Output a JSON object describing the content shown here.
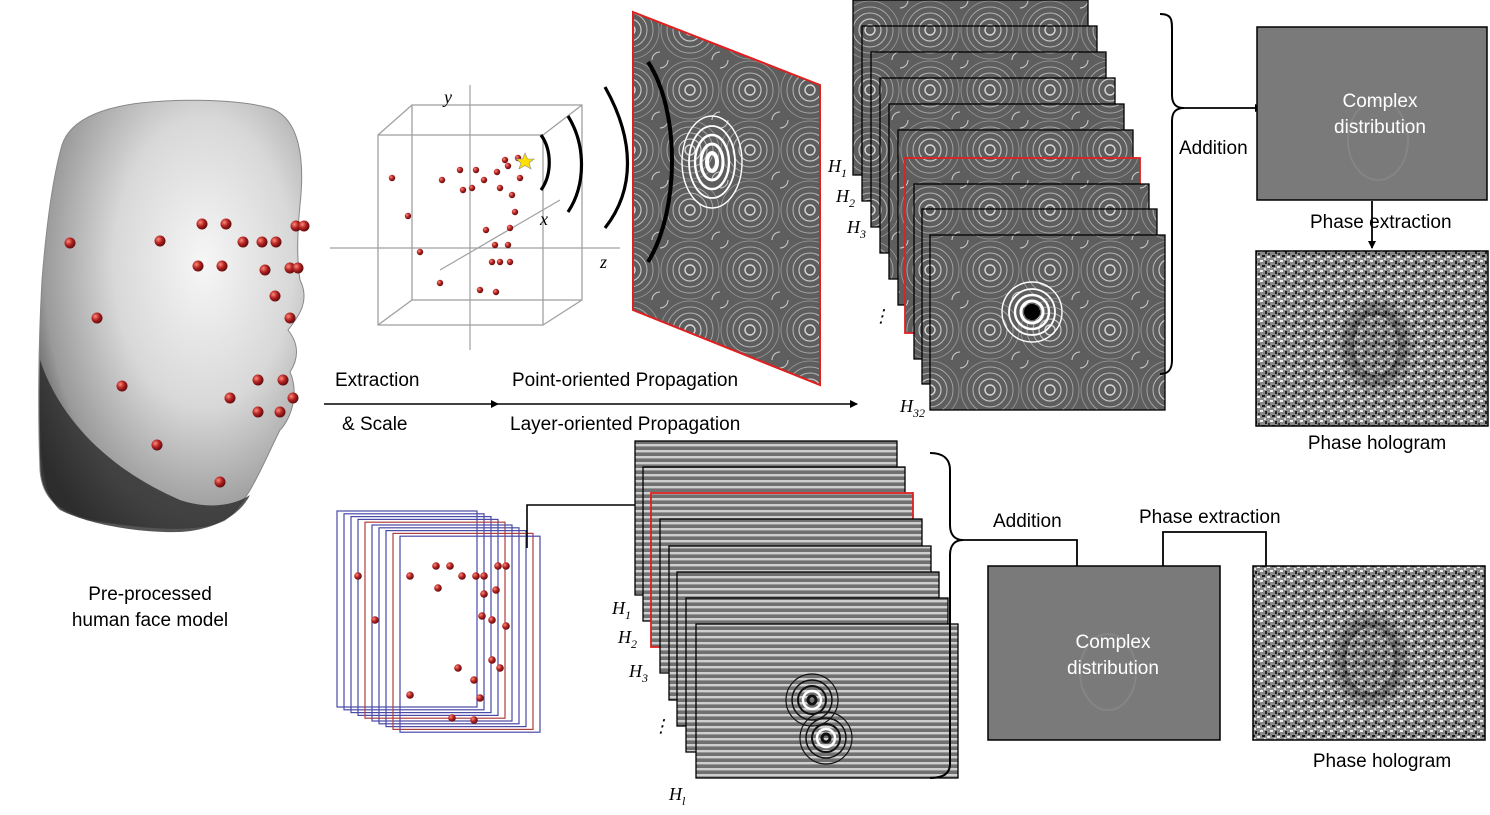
{
  "face_model": {
    "caption_line1": "Pre-processed",
    "caption_line2": "human face model"
  },
  "arrows": {
    "extraction": "Extraction",
    "scale": "& Scale",
    "point_oriented": "Point-oriented Propagation",
    "layer_oriented": "Layer-oriented Propagation"
  },
  "axes": {
    "x": "x",
    "y": "y",
    "z": "z"
  },
  "top_branch": {
    "addition": "Addition",
    "complex_line1": "Complex",
    "complex_line2": "distribution",
    "phase_extraction": "Phase extraction",
    "phase_hologram": "Phase hologram",
    "stack_labels": [
      {
        "base": "H",
        "sub": "1"
      },
      {
        "base": "H",
        "sub": "2"
      },
      {
        "base": "H",
        "sub": "3"
      },
      {
        "base": "H",
        "sub": "32"
      }
    ],
    "ellipsis": "⋮"
  },
  "bottom_branch": {
    "addition": "Addition",
    "complex_line1": "Complex",
    "complex_line2": "distribution",
    "phase_extraction": "Phase extraction",
    "phase_hologram": "Phase hologram",
    "stack_labels": [
      {
        "base": "H",
        "sub": "1"
      },
      {
        "base": "H",
        "sub": "2"
      },
      {
        "base": "H",
        "sub": "3"
      },
      {
        "base": "H",
        "sub": "l"
      }
    ],
    "ellipsis": "⋮"
  },
  "colors": {
    "point": "#b22222",
    "highlight_frame": "#e02020",
    "layer_frame": "#4a4aa8",
    "hologram_gray": "#7a7a7a",
    "star": "#ffe000"
  }
}
